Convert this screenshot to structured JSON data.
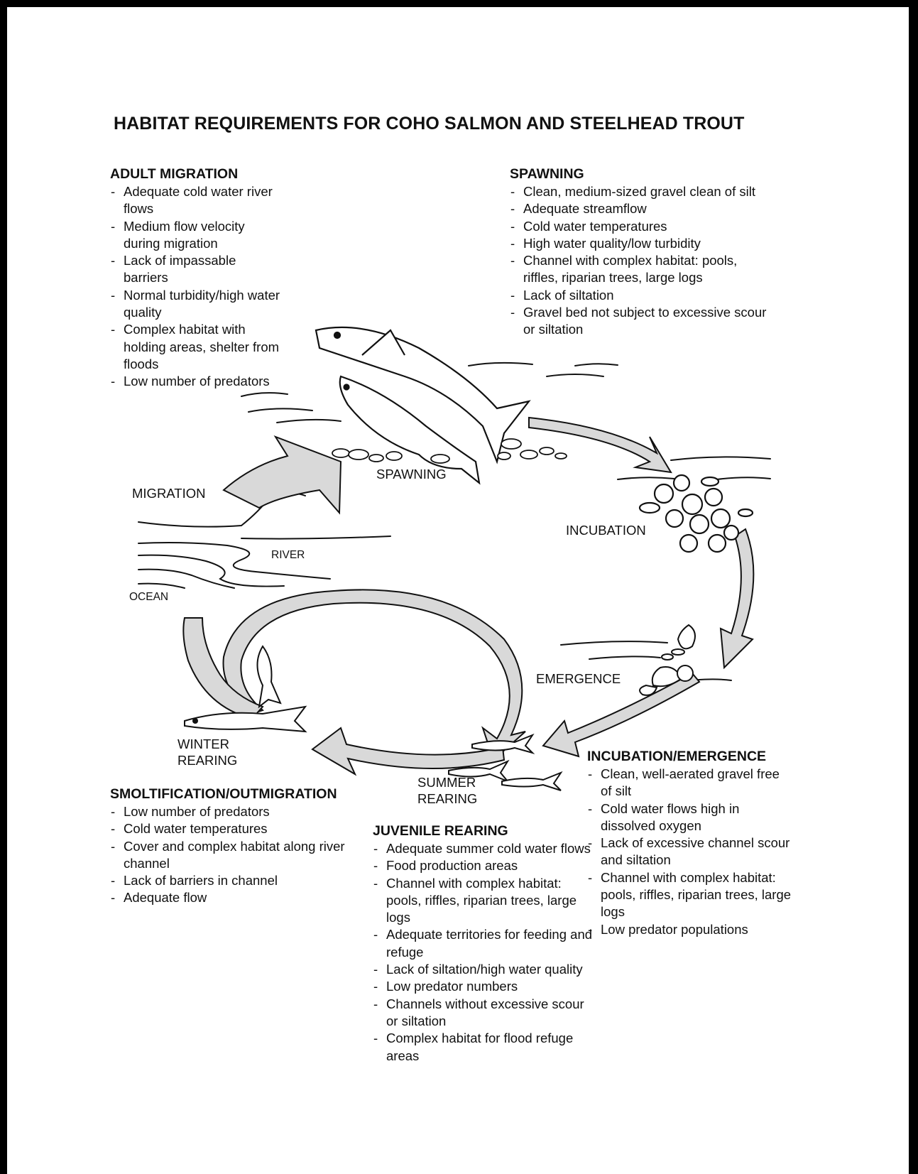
{
  "title": "HABITAT REQUIREMENTS FOR COHO SALMON AND STEELHEAD TROUT",
  "blocks": {
    "adult_migration": {
      "heading": "ADULT MIGRATION",
      "items": [
        "Adequate cold water river flows",
        "Medium flow velocity during migration",
        "Lack of impassable barriers",
        "Normal turbidity/high water quality",
        "Complex habitat with holding areas, shelter from floods",
        "Low number of predators"
      ]
    },
    "spawning": {
      "heading": "SPAWNING",
      "items": [
        "Clean, medium-sized gravel clean of silt",
        "Adequate streamflow",
        "Cold water temperatures",
        "High water quality/low turbidity",
        "Channel with complex habitat: pools, riffles, riparian trees, large logs",
        "Lack of siltation",
        "Gravel bed not subject to excessive scour or siltation"
      ]
    },
    "smoltification": {
      "heading": "SMOLTIFICATION/OUTMIGRATION",
      "items": [
        "Low number of predators",
        "Cold water temperatures",
        "Cover and complex habitat along river channel",
        "Lack of barriers in channel",
        "Adequate flow"
      ]
    },
    "juvenile_rearing": {
      "heading": "JUVENILE REARING",
      "items": [
        "Adequate summer cold water flows",
        "Food production areas",
        "Channel with complex habitat: pools, riffles, riparian trees, large logs",
        "Adequate territories for feeding and refuge",
        "Lack of siltation/high water quality",
        "Low predator numbers",
        "Channels without excessive scour or siltation",
        "Complex habitat for flood refuge areas"
      ]
    },
    "incubation_emergence": {
      "heading": "INCUBATION/EMERGENCE",
      "items": [
        "Clean, well-aerated gravel free of silt",
        "Cold water flows high in dissolved oxygen",
        "Lack of excessive channel scour and siltation",
        "Channel with complex habitat: pools, riffles, riparian trees, large logs",
        "Low predator populations"
      ]
    }
  },
  "stages": {
    "migration": "MIGRATION",
    "spawning": "SPAWNING",
    "incubation": "INCUBATION",
    "emergence": "EMERGENCE",
    "winter_line1": "WINTER",
    "winter_line2": "REARING",
    "summer_line1": "SUMMER",
    "summer_line2": "REARING"
  },
  "places": {
    "river": "RIVER",
    "ocean": "OCEAN"
  },
  "colors": {
    "arrow_fill": "#d9d9d9",
    "ink": "#111111"
  }
}
